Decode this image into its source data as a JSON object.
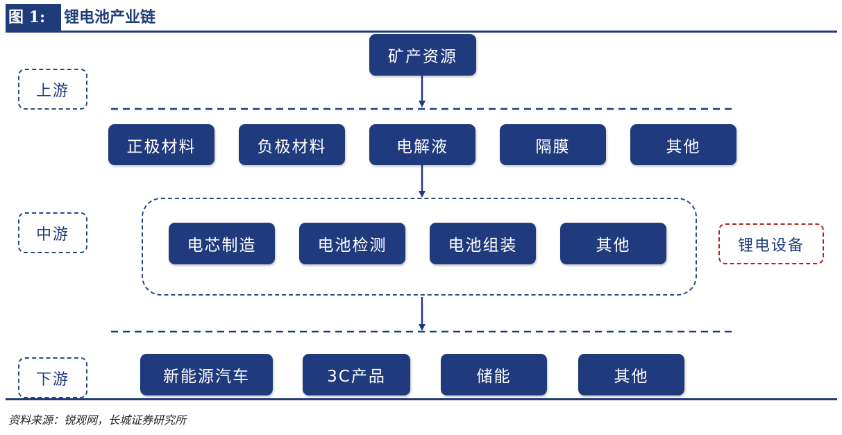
{
  "header": {
    "figure_label": "图 1:",
    "title": "锂电池产业链"
  },
  "source": "资料来源：锐观网，长城证券研究所",
  "stages": {
    "upstream": "上游",
    "midstream": "中游",
    "downstream": "下游"
  },
  "upstream": {
    "mineral": "矿产资源"
  },
  "materials": [
    "正极材料",
    "负极材料",
    "电解液",
    "隔膜",
    "其他"
  ],
  "manufacturing": [
    "电芯制造",
    "电池检测",
    "电池组装",
    "其他"
  ],
  "equipment": "锂电设备",
  "applications": [
    "新能源汽车",
    "3C产品",
    "储能",
    "其他"
  ],
  "colors": {
    "primary": "#1f3a7d",
    "rule": "#1f3c7a",
    "equipment_border": "#b02020"
  }
}
